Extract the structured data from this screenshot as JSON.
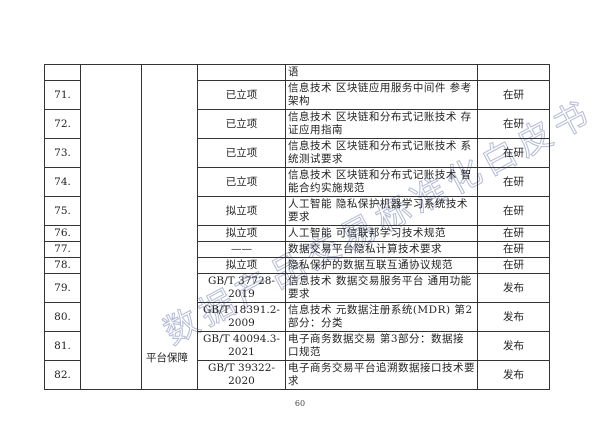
{
  "table": {
    "category": "平台保障",
    "rows": [
      {
        "num": "",
        "code": "",
        "name": "语",
        "status": ""
      },
      {
        "num": "71.",
        "code": "已立项",
        "name": "信息技术 区块链应用服务中间件 参考架构",
        "status": "在研"
      },
      {
        "num": "72.",
        "code": "已立项",
        "name": "信息技术 区块链和分布式记账技术 存证应用指南",
        "status": "在研"
      },
      {
        "num": "73.",
        "code": "已立项",
        "name": "信息技术 区块链和分布式记账技术 系统测试要求",
        "status": "在研"
      },
      {
        "num": "74.",
        "code": "已立项",
        "name": "信息技术 区块链和分布式记账技术 智能合约实施规范",
        "status": "在研"
      },
      {
        "num": "75.",
        "code": "拟立项",
        "name": "人工智能 隐私保护机器学习系统技术要求",
        "status": "在研"
      },
      {
        "num": "76.",
        "code": "拟立项",
        "name": "人工智能 可信联邦学习技术规范",
        "status": "在研"
      },
      {
        "num": "77.",
        "code": "——",
        "name": "数据交易平台隐私计算技术要求",
        "status": "在研"
      },
      {
        "num": "78.",
        "code": "拟立项",
        "name": "隐私保护的数据互联互通协议规范",
        "status": "在研"
      },
      {
        "num": "79.",
        "code": "GB/T 37728-2019",
        "name": "信息技术 数据交易服务平台 通用功能要求",
        "status": "发布"
      },
      {
        "num": "80.",
        "code": "GB/T 18391.2-2009",
        "name": "信息技术 元数据注册系统(MDR) 第2部分：分类",
        "status": "发布"
      },
      {
        "num": "81.",
        "code": "GB/T 40094.3-2021",
        "name": "电子商务数据交易 第3部分：数据接口规范",
        "status": "发布"
      },
      {
        "num": "82.",
        "code": "GB/T 39322-2020",
        "name": "电子商务交易平台追溯数据接口技术要求",
        "status": "发布"
      }
    ]
  },
  "page_number": "60",
  "watermark_text": "数据产品交易标准化白皮书",
  "colors": {
    "watermark": "#9aa3c7",
    "border": "#333333"
  }
}
